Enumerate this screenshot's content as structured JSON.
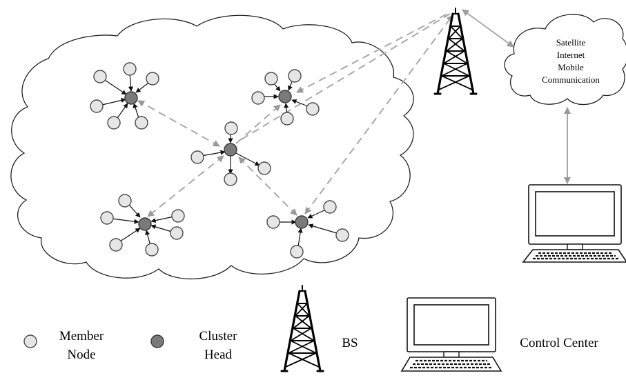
{
  "cloud_label": {
    "line1": "Satellite",
    "line2": "Internet",
    "line3": "Mobile",
    "line4": "Communication"
  },
  "legend": {
    "member_node_line1": "Member",
    "member_node_line2": "Node",
    "cluster_head_line1": "Cluster",
    "cluster_head_line2": "Head",
    "base_station": "BS",
    "control_center": "Control Center"
  },
  "colors": {
    "member_node_fill": "#e6e6e6",
    "cluster_head_fill": "#7a7a7a",
    "link_color": "#a9a9a9"
  },
  "icons": {
    "base_station": "radio-tower-icon",
    "control_center": "desktop-computer-icon"
  }
}
